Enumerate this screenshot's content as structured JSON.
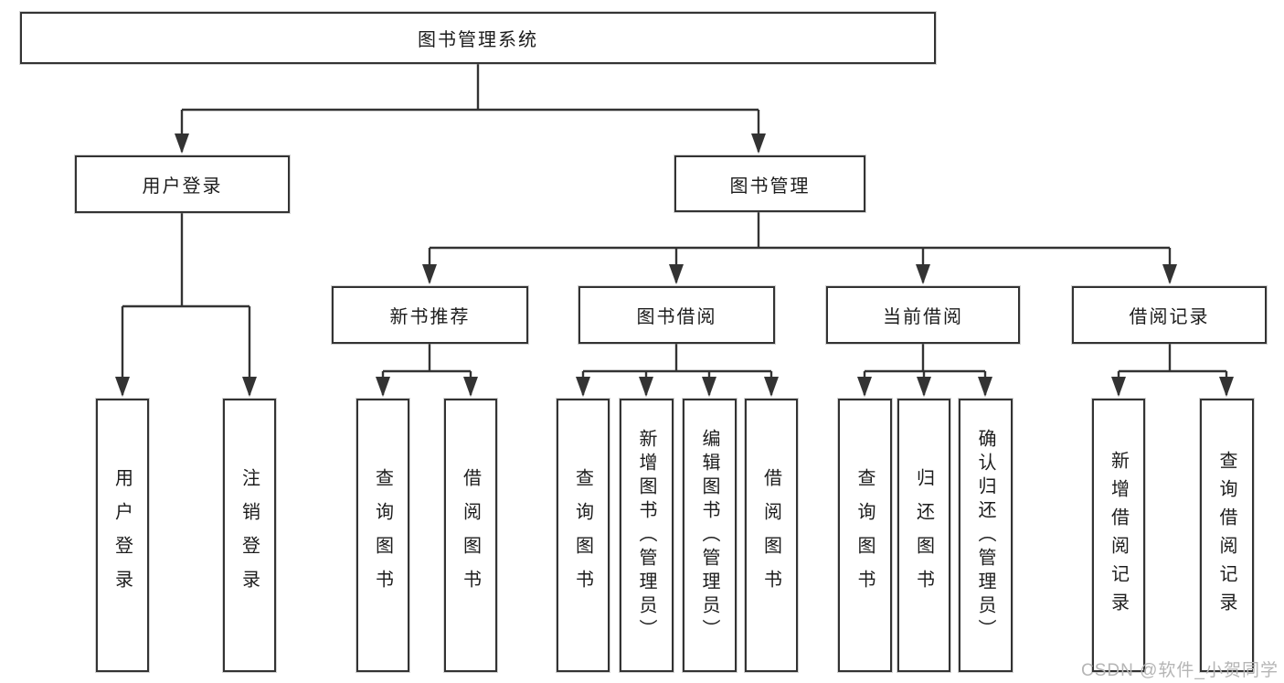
{
  "style": {
    "line_color": "#333333",
    "box_border_color": "#333333",
    "box_background": "#ffffff",
    "text_color": "#1c1c1c",
    "watermark_color": "#b5b5b5"
  },
  "tree": {
    "root": "图书管理系统",
    "children": [
      {
        "label": "用户登录",
        "leaves": [
          "用户登录",
          "注销登录"
        ]
      },
      {
        "label": "图书管理",
        "children": [
          {
            "label": "新书推荐",
            "leaves": [
              "查询图书",
              "借阅图书"
            ]
          },
          {
            "label": "图书借阅",
            "leaves": [
              "查询图书",
              "新增图书（管理员）",
              "编辑图书（管理员）",
              "借阅图书"
            ]
          },
          {
            "label": "当前借阅",
            "leaves": [
              "查询图书",
              "归还图书",
              "确认归还（管理员）"
            ]
          },
          {
            "label": "借阅记录",
            "leaves": [
              "新增借阅记录",
              "查询借阅记录"
            ]
          }
        ]
      }
    ]
  },
  "watermark": {
    "text": "CSDN @软件_小贺同学"
  }
}
